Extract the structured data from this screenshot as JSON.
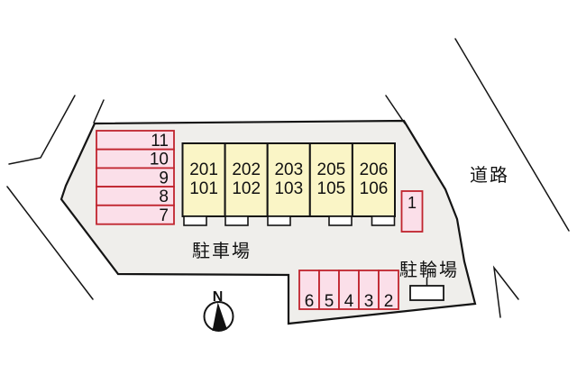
{
  "labels": {
    "parking_lot": "駐車場",
    "bicycle_parking": "駐輪場",
    "road": "道路",
    "north": "N"
  },
  "buildings": {
    "units": [
      {
        "upper": "201",
        "lower": "101"
      },
      {
        "upper": "202",
        "lower": "102"
      },
      {
        "upper": "203",
        "lower": "103"
      },
      {
        "upper": "205",
        "lower": "105"
      },
      {
        "upper": "206",
        "lower": "106"
      }
    ]
  },
  "parking": {
    "left_spaces": [
      "11",
      "10",
      "9",
      "8",
      "7"
    ],
    "right_space": "1",
    "bottom_spaces": [
      "6",
      "5",
      "4",
      "3",
      "2"
    ]
  },
  "colors": {
    "site_fill": "#EFEEEB",
    "building_fill": "#FAF5C6",
    "space_fill": "#FBDFE9",
    "space_border": "#C0242E",
    "line": "#141414"
  }
}
